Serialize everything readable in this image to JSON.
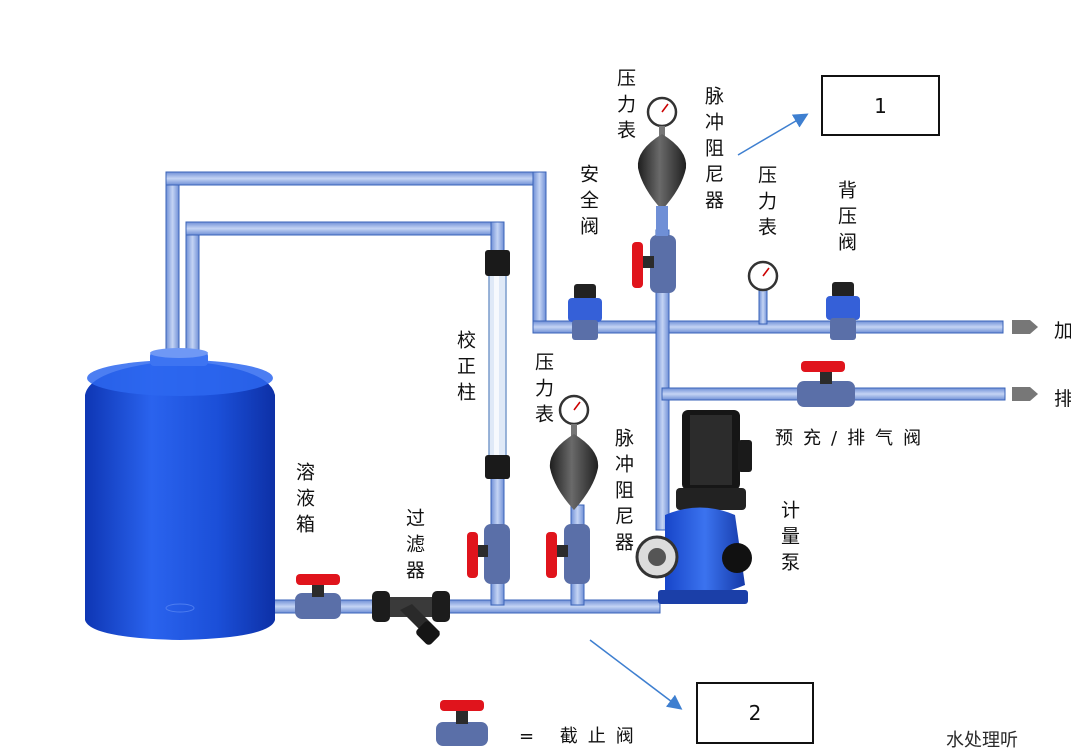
{
  "labels": {
    "tank": "溶液箱",
    "filter": "过滤器",
    "calibration_column": "校正柱",
    "gauge_top": "压力表",
    "damper_top": "脉冲阻尼器",
    "safety_valve": "安全阀",
    "gauge_mid": "压力表",
    "back_pressure_valve": "背压阀",
    "gauge_low": "压力表",
    "damper_low": "脉冲阻尼器",
    "metering_pump": "计量泵",
    "prime_vent_valve": "预充/排气阀",
    "dosing_out": "加",
    "drain_out": "排",
    "legend_text": "= 截止阀",
    "box_1": "1",
    "box_2": "2",
    "watermark": "水处理听"
  },
  "icons": {
    "tank": "tank-icon",
    "stop_valve": "ball-valve-icon",
    "y_filter": "y-strainer-icon",
    "pressure_gauge": "pressure-gauge-icon",
    "pulsation_damper": "pulsation-damper-icon",
    "relief_valve": "relief-valve-icon",
    "metering_pump": "metering-pump-icon",
    "arrow": "arrow-icon"
  },
  "colors": {
    "pipe": "#a9bfe9",
    "pipe_edge": "#3a63b8",
    "tank": "#1646cc",
    "valve_handle": "#e0141c",
    "damper": "#3a3a3a",
    "arrow": "#3e7fd0"
  }
}
